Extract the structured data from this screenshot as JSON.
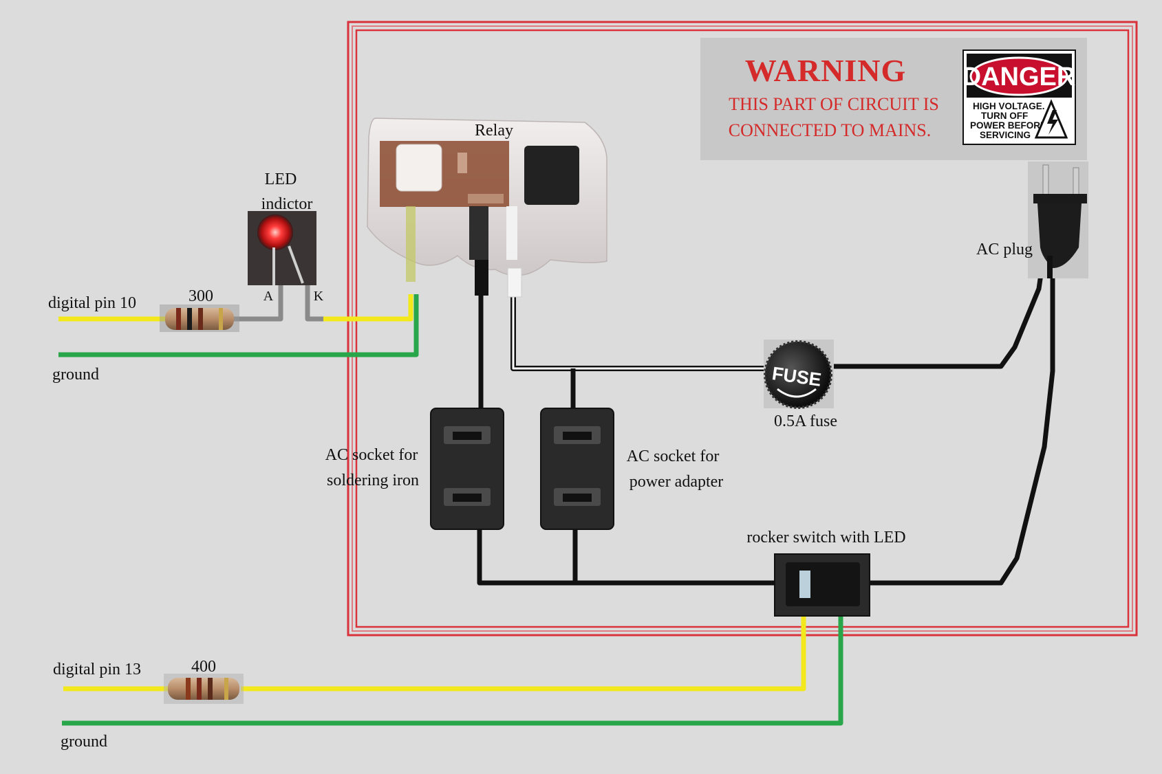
{
  "warning": {
    "title": "WARNING",
    "line1": "THIS PART OF CIRCUIT IS",
    "line2": "CONNECTED TO MAINS.",
    "sign": {
      "word": "DANGER",
      "line1": "HIGH VOLTAGE.",
      "line2": "TURN OFF",
      "line3": "POWER BEFORE",
      "line4": "SERVICING"
    }
  },
  "labels": {
    "relay": "Relay",
    "led_line1": "LED",
    "led_line2": "indictor",
    "anode": "A",
    "cathode": "K",
    "digital_pin_10": "digital pin 10",
    "resistor_top": "300",
    "ground_top": "ground",
    "socket_iron_line1": "AC socket for",
    "socket_iron_line2": "soldering iron",
    "socket_adapter_line1": "AC socket for",
    "socket_adapter_line2": "power adapter",
    "fuse": "0.5A fuse",
    "fuse_body": "FUSE",
    "ac_plug": "AC plug",
    "rocker_switch": "rocker switch with LED",
    "digital_pin_13": "digital pin 13",
    "resistor_bottom": "400",
    "ground_bottom": "ground"
  },
  "colors": {
    "wire_yellow": "#f3e81c",
    "wire_green": "#2aa64a",
    "wire_black": "#111111",
    "wire_gray": "#8a8a8a",
    "mains_border": "#d9323a",
    "warning_text": "#d42a2a",
    "background": "#dcdcdc"
  }
}
